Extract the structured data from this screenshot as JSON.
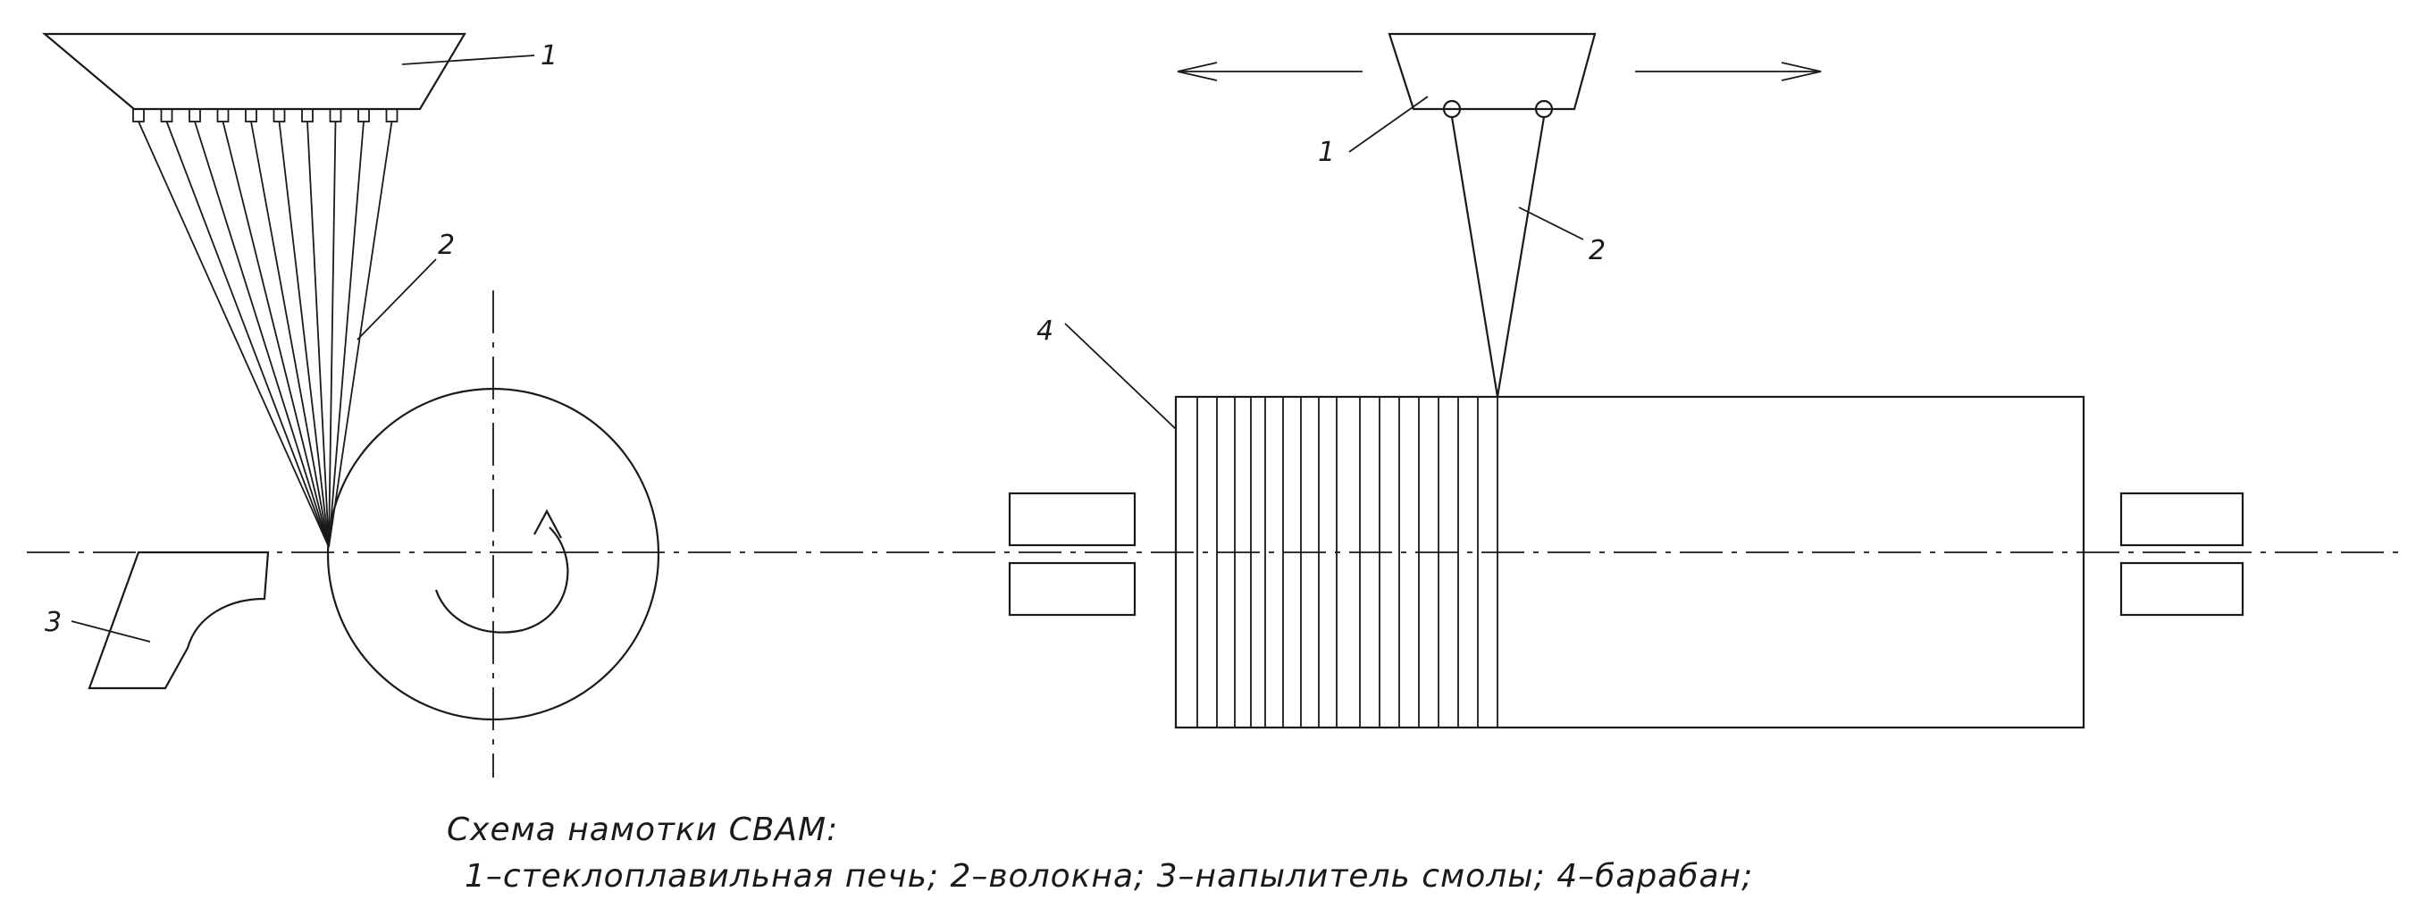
{
  "labels": {
    "left_furnace": "1",
    "left_fibers": "2",
    "resin_sprayer": "3",
    "right_furnace": "1",
    "right_fibers": "2",
    "drum": "4"
  },
  "caption": {
    "title": "Схема намотки СВАМ:",
    "legend": "1–стеклоплавильная печь; 2–волокна; 3–напылитель смолы; 4–барабан;"
  },
  "colors": {
    "ink": "#1a1a1a",
    "background": "#ffffff"
  }
}
